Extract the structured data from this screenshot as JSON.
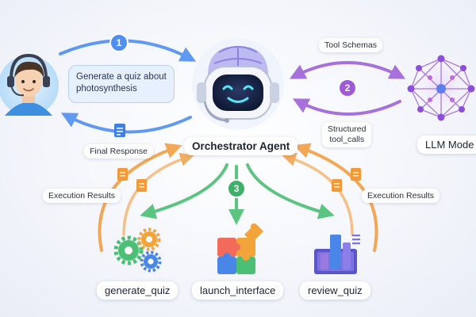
{
  "steps": {
    "one": "1",
    "two": "2",
    "three": "3"
  },
  "user": {
    "message": "Generate a quiz about photosynthesis"
  },
  "labels": {
    "final_response": "Final Response",
    "tool_schemas": "Tool Schemas",
    "structured_tool_calls_line1": "Structured",
    "structured_tool_calls_line2": "tool_calls",
    "execution_results_left": "Execution Results",
    "execution_results_right": "Execution Results"
  },
  "nodes": {
    "agent": "Orchestrator Agent",
    "llm": "LLM Mode",
    "tool_generate": "generate_quiz",
    "tool_launch": "launch_interface",
    "tool_review": "review_quiz"
  },
  "colors": {
    "user_flow": "#4f8ff0",
    "llm_flow": "#9b59d6",
    "execution_flow": "#f29a3a",
    "tool_flow": "#4bbf73",
    "step1_badge": "#4f8ff0",
    "step2_badge": "#a05ad8",
    "step3_badge": "#3fb06a"
  }
}
